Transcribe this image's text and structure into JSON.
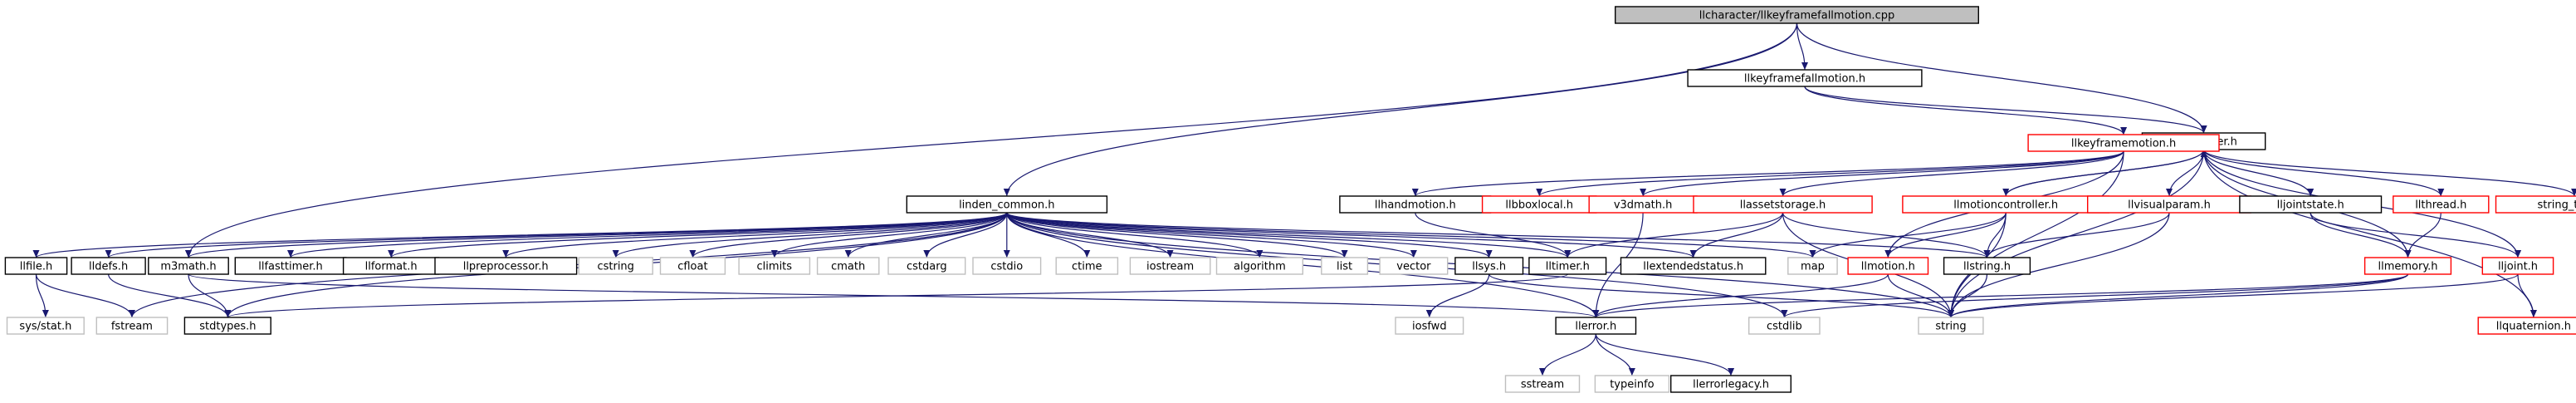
{
  "diagram": {
    "root": "llcharacter/llkeyframefallmotion.cpp",
    "nodes": [
      {
        "id": "root",
        "label": "llcharacter/llkeyframefallmotion.cpp",
        "style": "root"
      },
      {
        "id": "keyframefallmotion_h",
        "label": "llkeyframefallmotion.h",
        "style": "normal"
      },
      {
        "id": "llcharacter_h",
        "label": "llcharacter.h",
        "style": "normal"
      },
      {
        "id": "llkeyframemotion_h",
        "label": "llkeyframemotion.h",
        "style": "truncated"
      },
      {
        "id": "linden_common_h",
        "label": "linden_common.h",
        "style": "normal"
      },
      {
        "id": "llhandmotion_h",
        "label": "llhandmotion.h",
        "style": "normal"
      },
      {
        "id": "llbboxlocal_h",
        "label": "llbboxlocal.h",
        "style": "truncated"
      },
      {
        "id": "v3dmath_h",
        "label": "v3dmath.h",
        "style": "truncated"
      },
      {
        "id": "llassetstorage_h",
        "label": "llassetstorage.h",
        "style": "truncated"
      },
      {
        "id": "llmotioncontroller_h",
        "label": "llmotioncontroller.h",
        "style": "truncated"
      },
      {
        "id": "llvisualparam_h",
        "label": "llvisualparam.h",
        "style": "truncated"
      },
      {
        "id": "lljointstate_h",
        "label": "lljointstate.h",
        "style": "normal"
      },
      {
        "id": "llthread_h",
        "label": "llthread.h",
        "style": "truncated"
      },
      {
        "id": "string_table_h",
        "label": "string_table.h",
        "style": "truncated"
      },
      {
        "id": "llfile_h",
        "label": "llfile.h",
        "style": "normal"
      },
      {
        "id": "lldefs_h",
        "label": "lldefs.h",
        "style": "normal"
      },
      {
        "id": "m3math_h",
        "label": "m3math.h",
        "style": "normal"
      },
      {
        "id": "llfasttimer_h",
        "label": "llfasttimer.h",
        "style": "normal"
      },
      {
        "id": "llformat_h",
        "label": "llformat.h",
        "style": "normal"
      },
      {
        "id": "llpreprocessor_h",
        "label": "llpreprocessor.h",
        "style": "normal"
      },
      {
        "id": "cstring",
        "label": "cstring",
        "style": "system"
      },
      {
        "id": "cfloat",
        "label": "cfloat",
        "style": "system"
      },
      {
        "id": "climits",
        "label": "climits",
        "style": "system"
      },
      {
        "id": "cmath",
        "label": "cmath",
        "style": "system"
      },
      {
        "id": "cstdarg",
        "label": "cstdarg",
        "style": "system"
      },
      {
        "id": "cstdio",
        "label": "cstdio",
        "style": "system"
      },
      {
        "id": "ctime",
        "label": "ctime",
        "style": "system"
      },
      {
        "id": "iostream",
        "label": "iostream",
        "style": "system"
      },
      {
        "id": "algorithm",
        "label": "algorithm",
        "style": "system"
      },
      {
        "id": "list",
        "label": "list",
        "style": "system"
      },
      {
        "id": "vector",
        "label": "vector",
        "style": "system"
      },
      {
        "id": "llsys_h",
        "label": "llsys.h",
        "style": "normal"
      },
      {
        "id": "lltimer_h",
        "label": "lltimer.h",
        "style": "normal"
      },
      {
        "id": "llextendedstatus_h",
        "label": "llextendedstatus.h",
        "style": "normal"
      },
      {
        "id": "map",
        "label": "map",
        "style": "system"
      },
      {
        "id": "llmotion_h",
        "label": "llmotion.h",
        "style": "truncated"
      },
      {
        "id": "llstring_h",
        "label": "llstring.h",
        "style": "normal"
      },
      {
        "id": "llmemory_h",
        "label": "llmemory.h",
        "style": "truncated"
      },
      {
        "id": "lljoint_h",
        "label": "lljoint.h",
        "style": "truncated"
      },
      {
        "id": "sys_stat_h",
        "label": "sys/stat.h",
        "style": "system"
      },
      {
        "id": "fstream",
        "label": "fstream",
        "style": "system"
      },
      {
        "id": "stdtypes_h",
        "label": "stdtypes.h",
        "style": "normal"
      },
      {
        "id": "iosfwd",
        "label": "iosfwd",
        "style": "system"
      },
      {
        "id": "llerror_h",
        "label": "llerror.h",
        "style": "normal"
      },
      {
        "id": "cstdlib",
        "label": "cstdlib",
        "style": "system"
      },
      {
        "id": "string",
        "label": "string",
        "style": "system"
      },
      {
        "id": "llquaternion_h",
        "label": "llquaternion.h",
        "style": "truncated"
      },
      {
        "id": "sstream",
        "label": "sstream",
        "style": "system"
      },
      {
        "id": "typeinfo",
        "label": "typeinfo",
        "style": "system"
      },
      {
        "id": "llerrorlegacy_h",
        "label": "llerrorlegacy.h",
        "style": "normal"
      }
    ],
    "edges": [
      [
        "root",
        "keyframefallmotion_h"
      ],
      [
        "root",
        "llcharacter_h"
      ],
      [
        "root",
        "linden_common_h"
      ],
      [
        "root",
        "m3math_h"
      ],
      [
        "keyframefallmotion_h",
        "llkeyframemotion_h"
      ],
      [
        "keyframefallmotion_h",
        "llcharacter_h"
      ],
      [
        "llkeyframemotion_h",
        "llhandmotion_h"
      ],
      [
        "llkeyframemotion_h",
        "llbboxlocal_h"
      ],
      [
        "llkeyframemotion_h",
        "v3dmath_h"
      ],
      [
        "llkeyframemotion_h",
        "llassetstorage_h"
      ],
      [
        "llkeyframemotion_h",
        "llmotion_h"
      ],
      [
        "llkeyframemotion_h",
        "llcharacter_h"
      ],
      [
        "llkeyframemotion_h",
        "string"
      ],
      [
        "llcharacter_h",
        "llmotioncontroller_h"
      ],
      [
        "llcharacter_h",
        "llvisualparam_h"
      ],
      [
        "llcharacter_h",
        "lljointstate_h"
      ],
      [
        "llcharacter_h",
        "llthread_h"
      ],
      [
        "llcharacter_h",
        "string_table_h"
      ],
      [
        "llcharacter_h",
        "lljoint_h"
      ],
      [
        "llcharacter_h",
        "llquaternion_h"
      ],
      [
        "llcharacter_h",
        "llmemory_h"
      ],
      [
        "llcharacter_h",
        "string"
      ],
      [
        "llmotioncontroller_h",
        "llcharacter_h"
      ],
      [
        "llmotioncontroller_h",
        "map"
      ],
      [
        "llmotioncontroller_h",
        "llmotion_h"
      ],
      [
        "llmotioncontroller_h",
        "llstring_h"
      ],
      [
        "llmotioncontroller_h",
        "string"
      ],
      [
        "llvisualparam_h",
        "llstring_h"
      ],
      [
        "llvisualparam_h",
        "string"
      ],
      [
        "lljointstate_h",
        "lljoint_h"
      ],
      [
        "lljointstate_h",
        "llmemory_h"
      ],
      [
        "llthread_h",
        "llmemory_h"
      ],
      [
        "lljoint_h",
        "llquaternion_h"
      ],
      [
        "lljoint_h",
        "string"
      ],
      [
        "llmemory_h",
        "llerror_h"
      ],
      [
        "llmemory_h",
        "cstdlib"
      ],
      [
        "llmemory_h",
        "string"
      ],
      [
        "llhandmotion_h",
        "lltimer_h"
      ],
      [
        "v3dmath_h",
        "llerror_h"
      ],
      [
        "llassetstorage_h",
        "lltimer_h"
      ],
      [
        "llassetstorage_h",
        "llextendedstatus_h"
      ],
      [
        "llassetstorage_h",
        "llstring_h"
      ],
      [
        "llassetstorage_h",
        "string"
      ],
      [
        "llmotion_h",
        "llerror_h"
      ],
      [
        "llmotion_h",
        "string"
      ],
      [
        "linden_common_h",
        "llfile_h"
      ],
      [
        "linden_common_h",
        "lldefs_h"
      ],
      [
        "linden_common_h",
        "m3math_h"
      ],
      [
        "linden_common_h",
        "llfasttimer_h"
      ],
      [
        "linden_common_h",
        "llformat_h"
      ],
      [
        "linden_common_h",
        "llpreprocessor_h"
      ],
      [
        "linden_common_h",
        "cstring"
      ],
      [
        "linden_common_h",
        "cfloat"
      ],
      [
        "linden_common_h",
        "climits"
      ],
      [
        "linden_common_h",
        "cmath"
      ],
      [
        "linden_common_h",
        "cstdarg"
      ],
      [
        "linden_common_h",
        "cstdio"
      ],
      [
        "linden_common_h",
        "ctime"
      ],
      [
        "linden_common_h",
        "iostream"
      ],
      [
        "linden_common_h",
        "algorithm"
      ],
      [
        "linden_common_h",
        "list"
      ],
      [
        "linden_common_h",
        "vector"
      ],
      [
        "linden_common_h",
        "llsys_h"
      ],
      [
        "linden_common_h",
        "lltimer_h"
      ],
      [
        "linden_common_h",
        "llextendedstatus_h"
      ],
      [
        "linden_common_h",
        "map"
      ],
      [
        "linden_common_h",
        "llstring_h"
      ],
      [
        "linden_common_h",
        "llerror_h"
      ],
      [
        "linden_common_h",
        "stdtypes_h"
      ],
      [
        "linden_common_h",
        "string"
      ],
      [
        "linden_common_h",
        "cstdlib"
      ],
      [
        "linden_common_h",
        "fstream"
      ],
      [
        "llfile_h",
        "sys_stat_h"
      ],
      [
        "llfile_h",
        "fstream"
      ],
      [
        "lldefs_h",
        "stdtypes_h"
      ],
      [
        "m3math_h",
        "stdtypes_h"
      ],
      [
        "m3math_h",
        "llerror_h"
      ],
      [
        "llsys_h",
        "iosfwd"
      ],
      [
        "llsys_h",
        "string"
      ],
      [
        "lltimer_h",
        "stdtypes_h"
      ],
      [
        "llstring_h",
        "string"
      ],
      [
        "llerror_h",
        "sstream"
      ],
      [
        "llerror_h",
        "typeinfo"
      ],
      [
        "llerror_h",
        "llerrorlegacy_h"
      ]
    ]
  },
  "colors": {
    "edge": "#191970",
    "root_fill": "#bfbfbf",
    "normal_border": "#000000",
    "truncated_border": "#ff0000",
    "system_border": "#bfbfbf",
    "text": "#000000"
  }
}
